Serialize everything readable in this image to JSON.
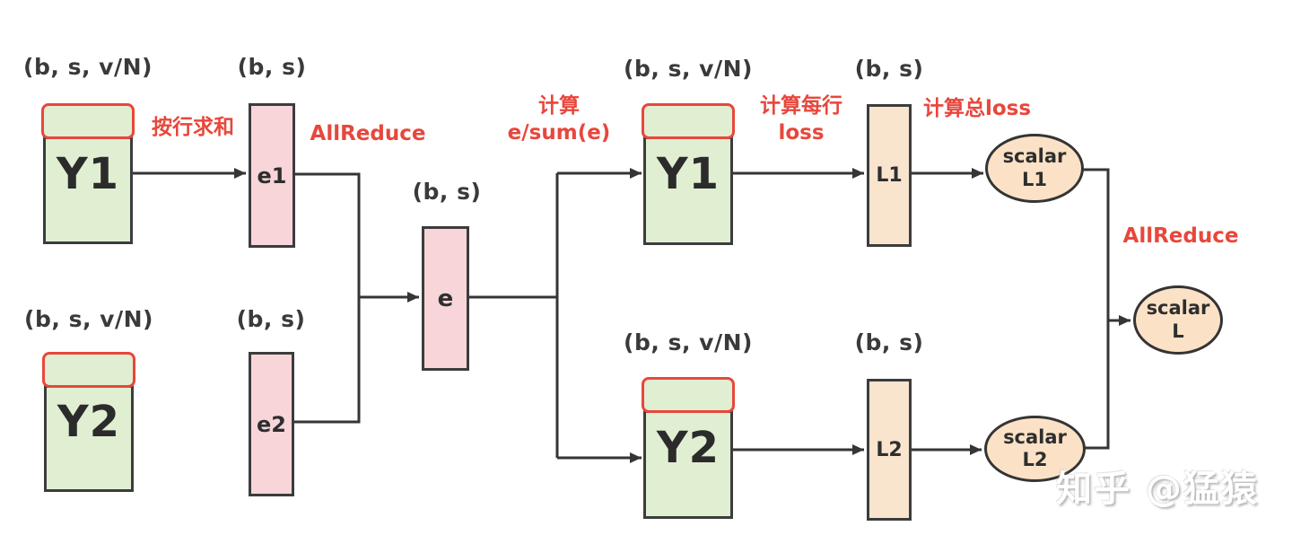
{
  "colors": {
    "background": "#ffffff",
    "box_green": "#e0eed2",
    "bar_pink": "#f7d5d8",
    "bar_tan": "#f9e4ce",
    "oval_tan": "#fbe2c6",
    "accent_red": "#e8473c",
    "line_dark": "#353535"
  },
  "nodes": {
    "y1_left": {
      "label": "Y1",
      "dims": "(b, s, v/N)"
    },
    "y2_left": {
      "label": "Y2",
      "dims": "(b, s, v/N)"
    },
    "e1": {
      "label": "e1",
      "dims": "(b, s)"
    },
    "e2": {
      "label": "e2",
      "dims": "(b, s)"
    },
    "e": {
      "label": "e",
      "dims": "(b, s)"
    },
    "y1_right": {
      "label": "Y1",
      "dims": "(b, s, v/N)"
    },
    "y2_right": {
      "label": "Y2",
      "dims": "(b, s, v/N)"
    },
    "l1": {
      "label": "L1",
      "dims": "(b, s)"
    },
    "l2": {
      "label": "L2",
      "dims": "(b, s)"
    },
    "scalar_l1": {
      "line1": "scalar",
      "line2": "L1"
    },
    "scalar_l2": {
      "line1": "scalar",
      "line2": "L2"
    },
    "scalar_l": {
      "line1": "scalar",
      "line2": "L"
    }
  },
  "annotations": {
    "row_sum": "按行求和",
    "allreduce_left": "AllReduce",
    "softmax_line1": "计算",
    "softmax_line2": "e/sum(e)",
    "row_loss_line1": "计算每行",
    "row_loss_line2": "loss",
    "total_loss": "计算总loss",
    "allreduce_right": "AllReduce"
  },
  "watermark": "知乎 @猛猿"
}
